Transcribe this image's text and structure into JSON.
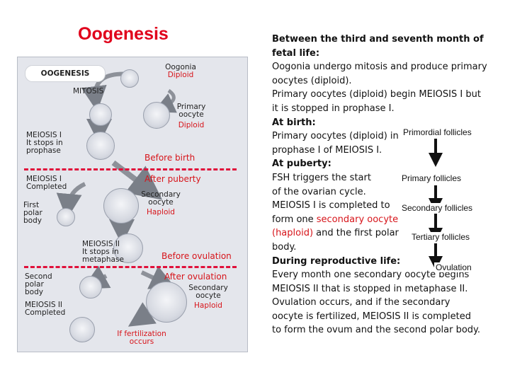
{
  "title": "Oogenesis",
  "diagram": {
    "header_pill": "OOGENESIS",
    "oogonia_label_1": "Oogonia",
    "oogonia_label_2": "Diploid",
    "mitosis_label": "MITOSIS",
    "primary_label_1": "Primary",
    "primary_label_2": "oocyte",
    "primary_label_3": "Diploid",
    "meiosis1_stop_label": "MEIOSIS I\nIt stops in\nprophase",
    "before_birth": "Before birth",
    "meiosis1_completed": "MEIOSIS I\nCompleted",
    "after_puberty": "After puberty",
    "secondary_label_1": "Secondary",
    "secondary_label_2": "oocyte",
    "secondary_label_3": "Haploid",
    "first_polar_body": "First\npolar\nbody",
    "meiosis2_stop_label": "MEIOSIS II\nIt stops in\nmetaphase",
    "before_ovulation": "Before ovulation",
    "after_ovulation": "After ovulation",
    "second_polar_body": "Second\npolar\nbody",
    "meiosis2_completed": "MEIOSIS II\nCompleted",
    "secondary2_label_1": "Secondary",
    "secondary2_label_2": "oocyte",
    "secondary2_label_3": "Haploid",
    "fertilization": "If fertilization\noccurs"
  },
  "text": {
    "l1": "Between the third and seventh month of",
    "l2": "fetal life:",
    "l3": "Oogonia undergo mitosis and produce primary",
    "l4": "oocytes (diploid).",
    "l5": "Primary oocytes (diploid) begin MEIOSIS I but",
    "l6": "it is stopped in prophase I.",
    "l7": "At birth:",
    "l8": "Primary oocytes (diploid) in",
    "l9": "prophase I of MEIOSIS I.",
    "l10": "At puberty:",
    "l11": "FSH triggers the start",
    "l12": "of the ovarian cycle.",
    "l13": "MEIOSIS I is completed to",
    "l14a": "form one ",
    "l14b": "secondary oocyte",
    "l15a": "(haploid)",
    "l15b": " and the first polar",
    "l16": "body.",
    "l17": "During reproductive life:",
    "l18": "Every month one secondary oocyte begins",
    "l19": "MEIOSIS II that is stopped in metaphase II.",
    "l20": "Ovulation occurs, and if the secondary",
    "l21": "oocyte is fertilized, MEIOSIS II is completed",
    "l22": "to form the ovum and the second polar body."
  },
  "follicles": [
    "Primordial follicles",
    "Primary follicles",
    "Secondary follicles",
    "Tertiary follicles",
    "Ovulation"
  ],
  "colors": {
    "title": "#e0001b",
    "highlight": "#d7141a",
    "dashed_line": "#e0103a",
    "panel": "#e4e6ec",
    "arrow": "#8d9199"
  }
}
